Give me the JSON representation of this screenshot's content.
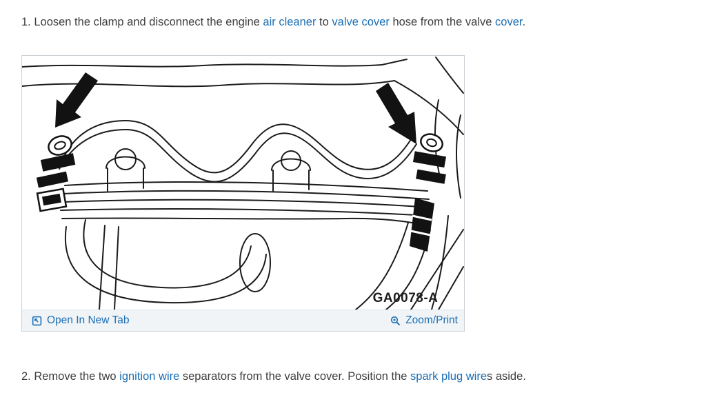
{
  "colors": {
    "link": "#1c6eb4",
    "text": "#3d3d3d",
    "figure_border": "#ccd1d5",
    "footer_bg": "#f0f4f7",
    "ink": "#1b1b1b"
  },
  "step1": {
    "seg0": "1. Loosen the clamp and disconnect the engine ",
    "link1": "air cleaner",
    "seg1": " to ",
    "link2": "valve cover",
    "seg2": " hose from the valve ",
    "link3": "cover",
    "seg3": "."
  },
  "figure": {
    "label": "GA0078-A",
    "open_in_new_tab": "Open In New Tab",
    "zoom_print": "Zoom/Print"
  },
  "step2": {
    "seg0": "2. Remove the two ",
    "link1": "ignition wire",
    "seg1": " separators from the valve cover. Position the ",
    "link2": "spark plug wire",
    "seg2": "s aside."
  }
}
